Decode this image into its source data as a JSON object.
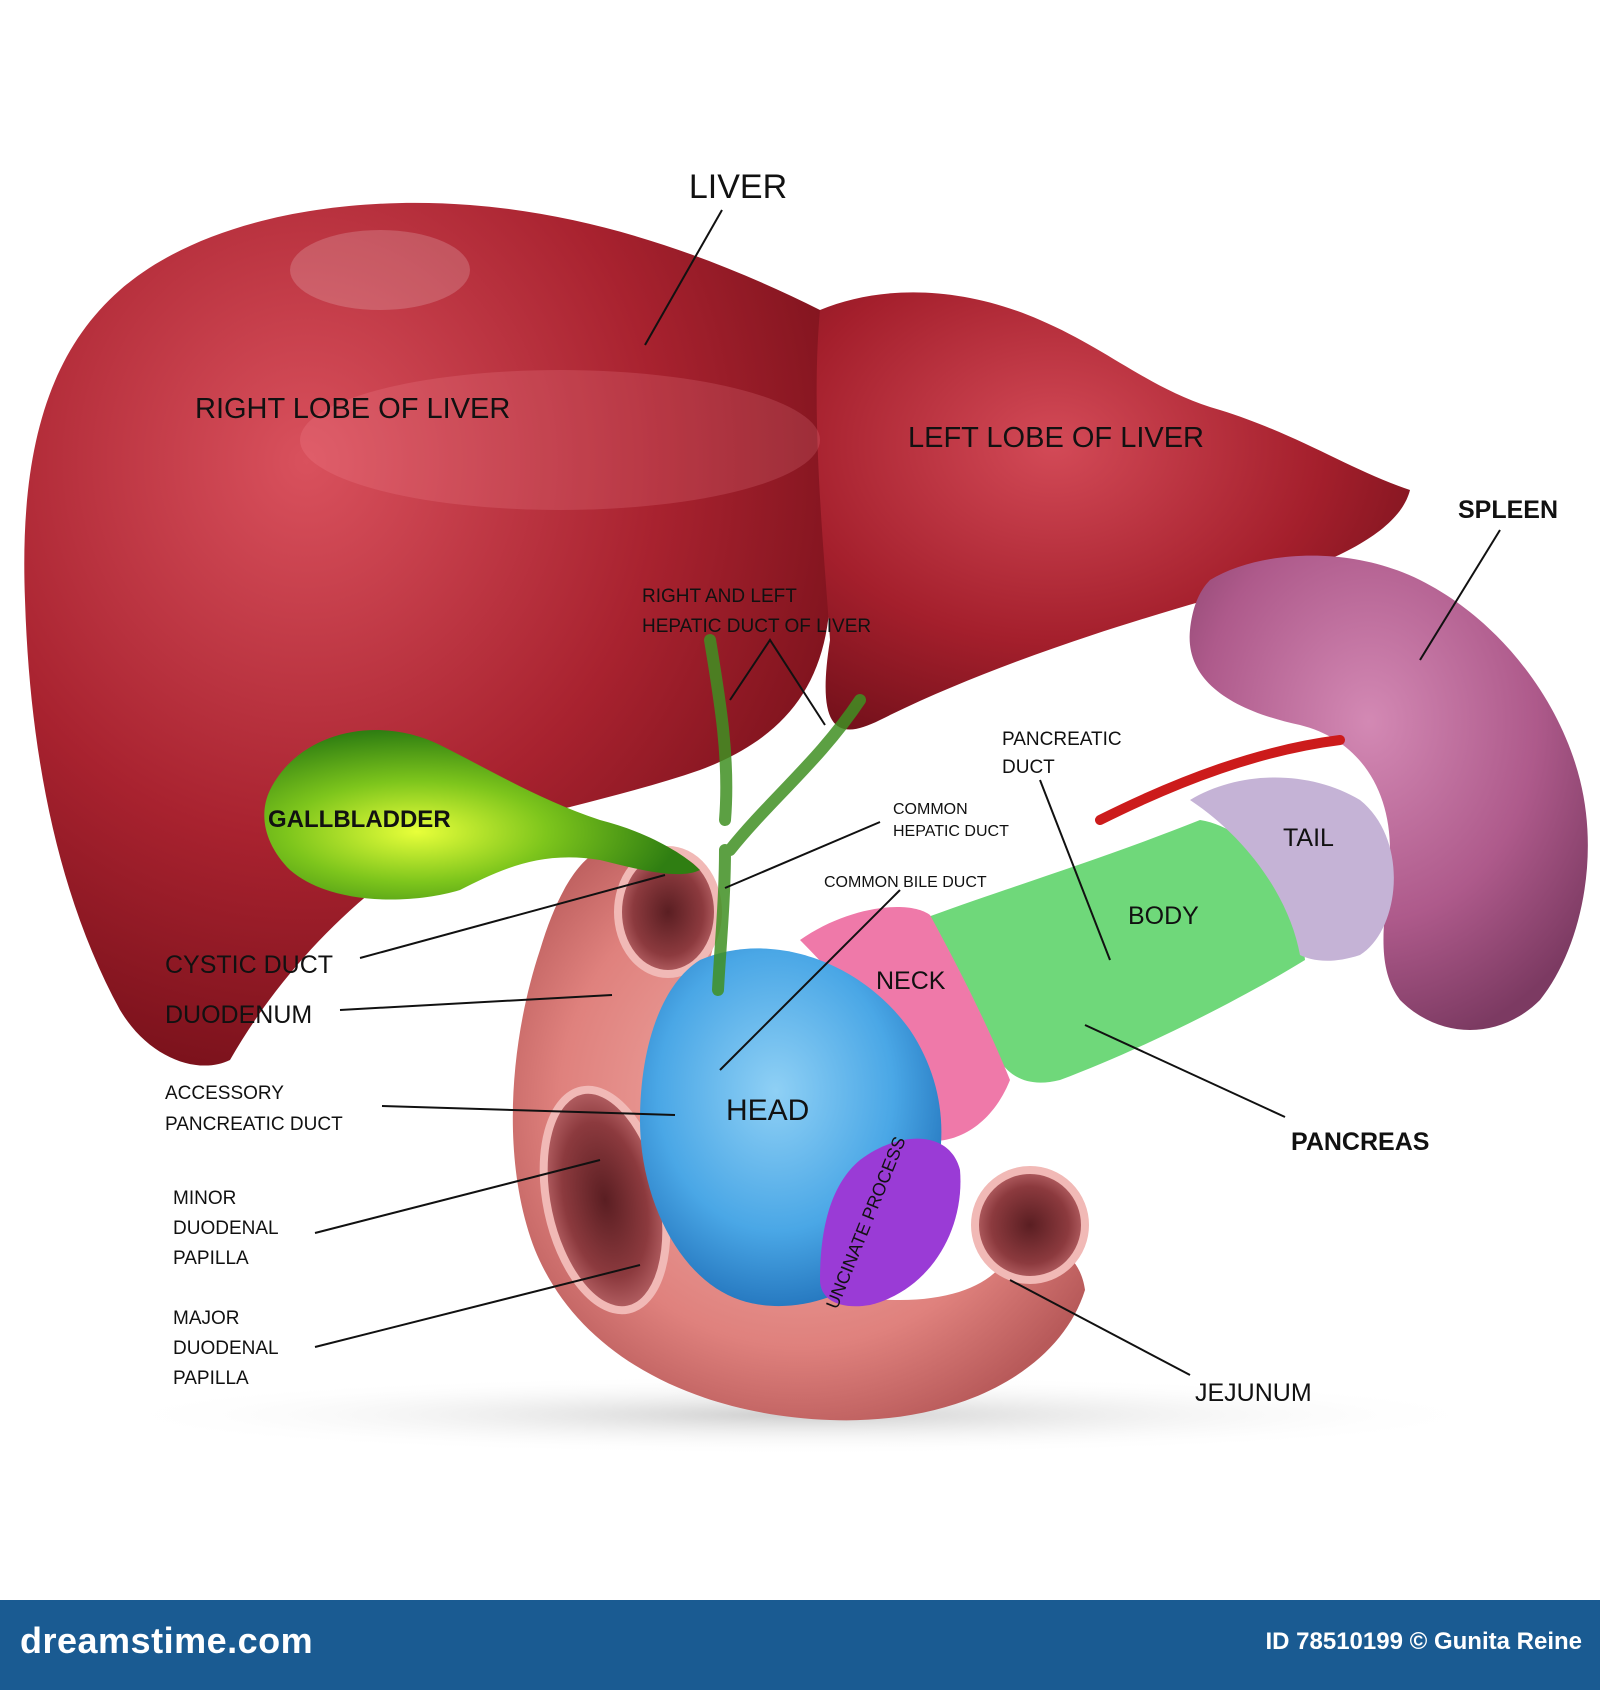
{
  "labels": {
    "liver": "LIVER",
    "right_lobe": "RIGHT LOBE OF LIVER",
    "left_lobe": "LEFT LOBE OF LIVER",
    "spleen": "SPLEEN",
    "hepatic_duct_line1": "RIGHT AND LEFT",
    "hepatic_duct_line2": "HEPATIC DUCT OF LIVER",
    "pancreatic_duct_line1": "PANCREATIC",
    "pancreatic_duct_line2": "DUCT",
    "gallbladder": "GALLBLADDER",
    "common_hepatic_line1": "COMMON",
    "common_hepatic_line2": "HEPATIC DUCT",
    "common_bile_duct": "COMMON BILE DUCT",
    "tail": "TAIL",
    "body": "BODY",
    "neck": "NECK",
    "head": "HEAD",
    "cystic_duct": "CYSTIC DUCT",
    "duodenum": "DUODENUM",
    "accessory_line1": "ACCESSORY",
    "accessory_line2": "PANCREATIC DUCT",
    "pancreas": "PANCREAS",
    "minor_line1": "MINOR",
    "minor_line2": "DUODENAL",
    "minor_line3": "PAPILLA",
    "major_line1": "MAJOR",
    "major_line2": "DUODENAL",
    "major_line3": "PAPILLA",
    "uncinate": "UNCINATE PROCESS",
    "jejunum": "JEJUNUM"
  },
  "footer": {
    "brand": "dreamstime.com",
    "credit": "ID 78510199 © Gunita Reine"
  },
  "colors": {
    "liver": "#a3202e",
    "gallbladder": "#5fb21e",
    "spleen": "#b05b8c",
    "pancreas_head": "#4aa7e6",
    "pancreas_neck": "#ef79a9",
    "pancreas_body": "#6fd87a",
    "pancreas_tail": "#c5b3d6",
    "uncinate": "#9a3bd6",
    "duodenum": "#e0837f",
    "footer": "#1a5b92"
  }
}
